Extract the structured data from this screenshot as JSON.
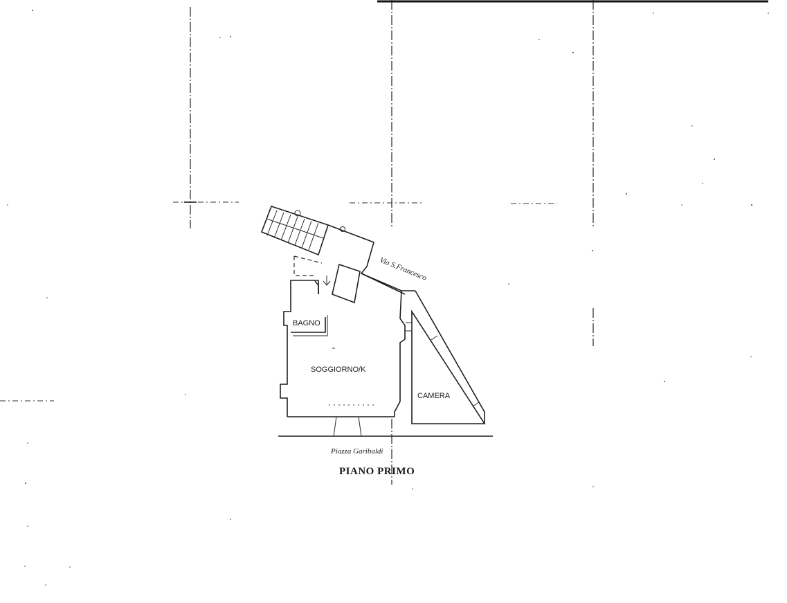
{
  "plan": {
    "title": "PIANO PRIMO",
    "rooms": {
      "bagno": "BAGNO",
      "soggiorno": "SOGGIORNO/K",
      "camera": "CAMERA"
    },
    "streets": {
      "north": "Via S.Francesco",
      "south": "Piazza Garibaldi"
    }
  }
}
